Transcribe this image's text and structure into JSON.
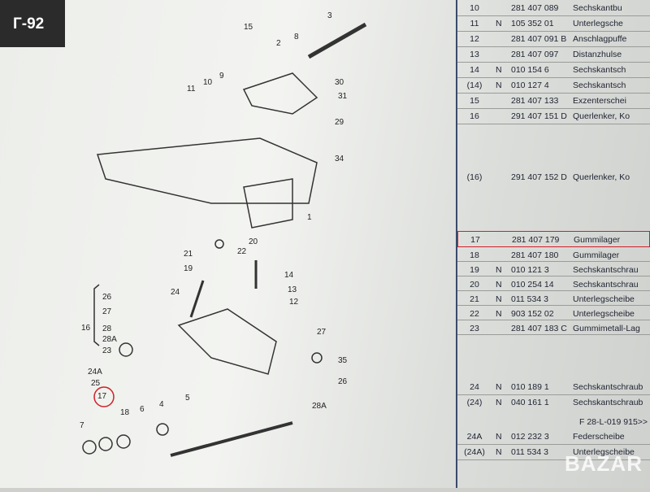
{
  "badge": "Г-92",
  "diagram": {
    "callouts": [
      "15",
      "8",
      "3",
      "2",
      "11",
      "10",
      "9",
      "30",
      "31",
      "29",
      "34",
      "1",
      "20",
      "21",
      "22",
      "19",
      "14",
      "13",
      "12",
      "24",
      "26",
      "27",
      "28",
      "28A",
      "23",
      "16",
      "24A",
      "25",
      "27",
      "35",
      "26",
      "28A",
      "7",
      "17",
      "18",
      "6",
      "4",
      "5"
    ],
    "highlighted_callout": "17"
  },
  "table": {
    "rows_top": [
      {
        "pos": "10",
        "n": "",
        "num": "281 407 089",
        "name": "Sechskantbu"
      },
      {
        "pos": "11",
        "n": "N",
        "num": "105 352 01",
        "name": "Unterlegsche"
      },
      {
        "pos": "12",
        "n": "",
        "num": "281 407 091 B",
        "name": "Anschlagpuffe"
      },
      {
        "pos": "13",
        "n": "",
        "num": "281 407 097",
        "name": "Distanzhulse"
      },
      {
        "pos": "14",
        "n": "N",
        "num": "010 154 6",
        "name": "Sechskantsch"
      },
      {
        "pos": "(14)",
        "n": "N",
        "num": "010 127 4",
        "name": "Sechskantsch"
      },
      {
        "pos": "15",
        "n": "",
        "num": "281 407 133",
        "name": "Exzenterschei"
      },
      {
        "pos": "16",
        "n": "",
        "num": "291 407 151 D",
        "name": "Querlenker, Ko"
      }
    ],
    "row_16b": {
      "pos": "(16)",
      "n": "",
      "num": "291 407 152 D",
      "name": "Querlenker, Ko"
    },
    "rows_mid": [
      {
        "pos": "17",
        "n": "",
        "num": "281 407 179",
        "name": "Gummilager"
      },
      {
        "pos": "18",
        "n": "",
        "num": "281 407 180",
        "name": "Gummilager"
      },
      {
        "pos": "19",
        "n": "N",
        "num": "010 121 3",
        "name": "Sechskantschrau"
      },
      {
        "pos": "20",
        "n": "N",
        "num": "010 254 14",
        "name": "Sechskantschrau"
      },
      {
        "pos": "21",
        "n": "N",
        "num": "011 534 3",
        "name": "Unterlegscheibe"
      },
      {
        "pos": "22",
        "n": "N",
        "num": "903 152 02",
        "name": "Unterlegscheibe"
      },
      {
        "pos": "23",
        "n": "",
        "num": "281 407 183 C",
        "name": "Gummimetall-Lag"
      }
    ],
    "rows_bot": [
      {
        "pos": "24",
        "n": "N",
        "num": "010 189 1",
        "name": "Sechskantschraub"
      },
      {
        "pos": "(24)",
        "n": "N",
        "num": "040 161 1",
        "name": "Sechskantschraub"
      },
      {
        "pos": "24A",
        "n": "N",
        "num": "012 232 3",
        "name": "Federscheibe"
      },
      {
        "pos": "(24A)",
        "n": "N",
        "num": "011 534 3",
        "name": "Unterlegscheibe"
      }
    ],
    "note": "F 28-L-019 915>>"
  },
  "watermark": "BAZAR"
}
